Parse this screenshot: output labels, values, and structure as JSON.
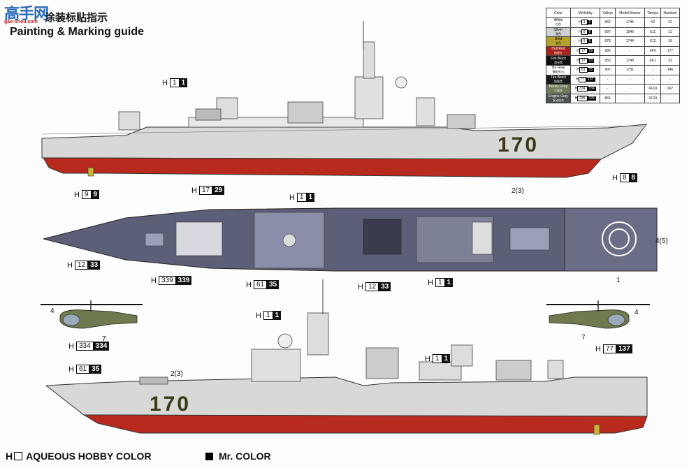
{
  "header": {
    "logo_text": "高手网",
    "logo_url": "gao-shou.com",
    "title_cn": "涂装标贴指示",
    "title_en": "Painting & Marking guide"
  },
  "color_table": {
    "headers": [
      "Color",
      "MrHobby",
      "Vallejo",
      "Model Master",
      "Tamiya",
      "Humbrol"
    ],
    "rows": [
      {
        "name": "White",
        "sub": "白色",
        "h": "1",
        "m": "1",
        "vallejo": "842",
        "master": "1745",
        "tamiya": "X2",
        "humbrol": "22",
        "swatch": "#ffffff",
        "text": "#000"
      },
      {
        "name": "Silver",
        "sub": "银色",
        "h": "8",
        "m": "8",
        "vallejo": "997",
        "master": "1546",
        "tamiya": "X11",
        "humbrol": "11",
        "swatch": "#cfd2d4",
        "text": "#000"
      },
      {
        "name": "Gold",
        "sub": "金色",
        "h": "9",
        "m": "9",
        "vallejo": "878",
        "master": "1744",
        "tamiya": "X12",
        "humbrol": "16",
        "swatch": "#b7a12e",
        "text": "#000"
      },
      {
        "name": "Hull Red",
        "sub": "船底红",
        "h": "17",
        "m": "29",
        "vallejo": "985",
        "master": "-",
        "tamiya": "XF9",
        "humbrol": "177",
        "swatch": "#a8231c",
        "text": "#fff"
      },
      {
        "name": "Flat Black",
        "sub": "消光黑",
        "h": "12",
        "m": "33",
        "vallejo": "950",
        "master": "1749",
        "tamiya": "XF1",
        "humbrol": "33",
        "swatch": "#111111",
        "text": "#fff"
      },
      {
        "name": "IJn Gray",
        "sub": "舰船灰(1)",
        "h": "61",
        "m": "35",
        "vallejo": "907",
        "master": "1731",
        "tamiya": "-",
        "humbrol": "146",
        "swatch": "#ffffff",
        "text": "#000"
      },
      {
        "name": "Tire Black",
        "sub": "轮胎黑",
        "h": "77",
        "m": "137",
        "vallejo": "-",
        "master": "-",
        "tamiya": "-",
        "humbrol": "-",
        "swatch": "#1a1a1a",
        "text": "#fff"
      },
      {
        "name": "Barley Gray",
        "sub": "大麦灰",
        "h": "334",
        "m": "334",
        "vallejo": "-",
        "master": "-",
        "tamiya": "XF19",
        "humbrol": "167",
        "swatch": "#6f7a5a",
        "text": "#fff"
      },
      {
        "name": "Engine Gray",
        "sub": "发动机灰",
        "h": "339",
        "m": "339",
        "vallejo": "866",
        "master": "-",
        "tamiya": "XF24",
        "humbrol": "-",
        "swatch": "#4b5251",
        "text": "#fff"
      }
    ]
  },
  "callouts": {
    "top_h1": {
      "h": "H",
      "w": "1",
      "b": "1"
    },
    "top_h9": {
      "h": "H",
      "w": "9",
      "b": "9"
    },
    "top_h17": {
      "h": "H",
      "w": "17",
      "b": "29"
    },
    "top_h8": {
      "h": "H",
      "w": "8",
      "b": "8"
    },
    "deck_h1": {
      "h": "H",
      "w": "1",
      "b": "1"
    },
    "deck_h12a": {
      "h": "H",
      "w": "12",
      "b": "33"
    },
    "deck_h339": {
      "h": "H",
      "w": "339",
      "b": "339"
    },
    "deck_h61": {
      "h": "H",
      "w": "61",
      "b": "35"
    },
    "deck_h12b": {
      "h": "H",
      "w": "12",
      "b": "33"
    },
    "deck_h1b": {
      "h": "H",
      "w": "1",
      "b": "1"
    },
    "heli_h334": {
      "h": "H",
      "w": "334",
      "b": "334"
    },
    "heli_h77": {
      "h": "H",
      "w": "77",
      "b": "137"
    },
    "bot_h1": {
      "h": "H",
      "w": "1",
      "b": "1"
    },
    "bot_h61": {
      "h": "H",
      "w": "61",
      "b": "35"
    },
    "bot_h1b": {
      "h": "H",
      "w": "1",
      "b": "1"
    }
  },
  "labels": {
    "top_ref": "2(3)",
    "deck_ref": "4(5)",
    "deck_one": "1",
    "heli_left_4": "4",
    "heli_left_7": "7",
    "heli_right_4": "4",
    "heli_right_7": "7",
    "bot_ref": "2(3)"
  },
  "hull_number": "170",
  "legend": {
    "aqueous_prefix": "H",
    "aqueous_label": "AQUEOUS HOBBY COLOR",
    "mr_label": "Mr. COLOR"
  },
  "colors": {
    "hull_red": "#b82a1e",
    "hull_gray": "#d8d8d6",
    "deck_gray": "#5c5f78",
    "heli_green": "#6f7a4e"
  }
}
